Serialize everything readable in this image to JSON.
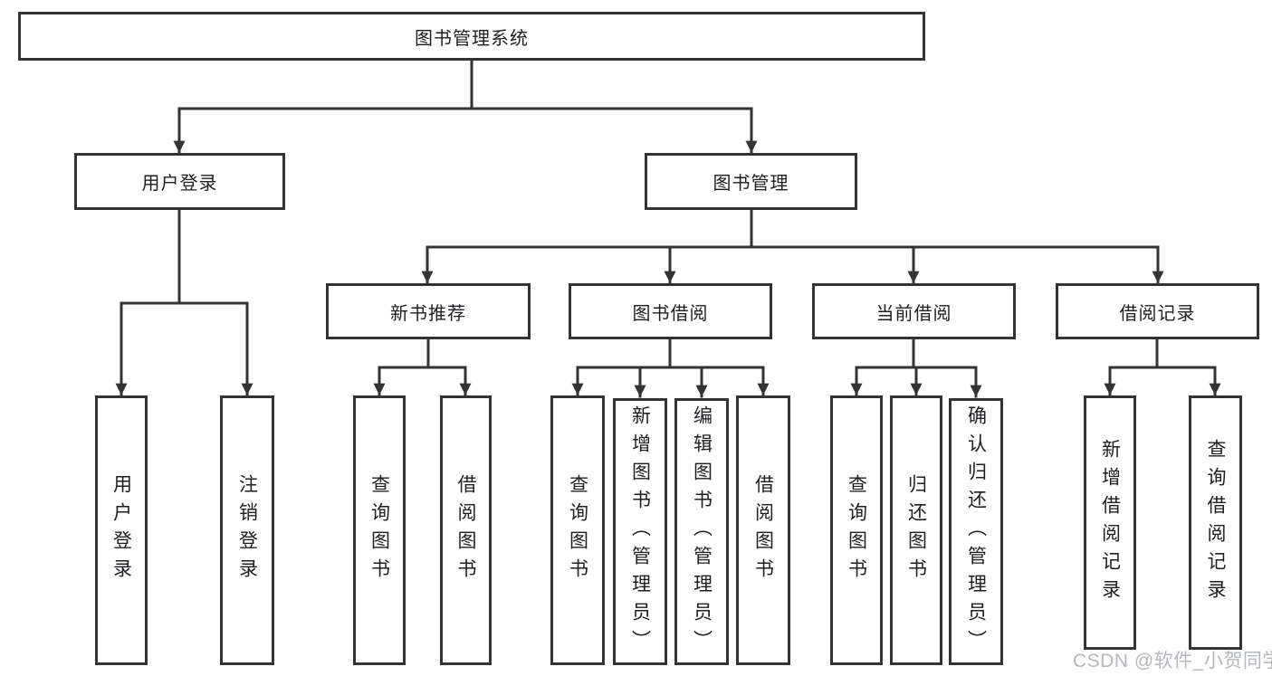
{
  "colors": {
    "line": "#333333",
    "node_border": "#333333",
    "node_background": "#ffffff",
    "text": "#1f1f23",
    "watermark": "#b4b7bc",
    "page_background": "#ffffff"
  },
  "root": {
    "label": "图书管理系统"
  },
  "branches": [
    {
      "label": "用户登录",
      "children": [
        {
          "label": "用户登录"
        },
        {
          "label": "注销登录"
        }
      ]
    },
    {
      "label": "图书管理",
      "children": [
        {
          "label": "新书推荐",
          "children": [
            {
              "label": "查询图书"
            },
            {
              "label": "借阅图书"
            }
          ]
        },
        {
          "label": "图书借阅",
          "children": [
            {
              "label": "查询图书"
            },
            {
              "label": "新增图书（管理员）"
            },
            {
              "label": "编辑图书（管理员）"
            },
            {
              "label": "借阅图书"
            }
          ]
        },
        {
          "label": "当前借阅",
          "children": [
            {
              "label": "查询图书"
            },
            {
              "label": "归还图书"
            },
            {
              "label": "确认归还（管理员）"
            }
          ]
        },
        {
          "label": "借阅记录",
          "children": [
            {
              "label": "新增借阅记录"
            },
            {
              "label": "查询借阅记录"
            }
          ]
        }
      ]
    }
  ],
  "watermark": {
    "text": "CSDN @软件_小贺同学"
  }
}
